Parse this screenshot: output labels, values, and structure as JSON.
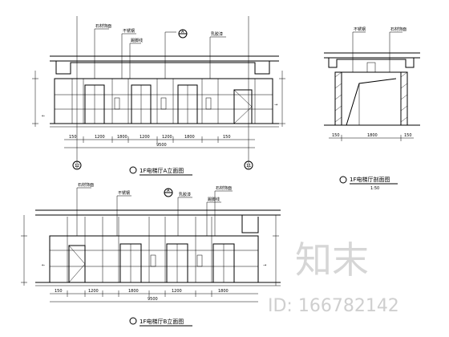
{
  "titles": {
    "elev_top": "1F电梯厅A立面图",
    "elev_bottom": "1F电梯厅B立面图",
    "section": "1F电梯厅剖面图",
    "section_scale": "1:50"
  },
  "axis_labels": {
    "left": "12",
    "right": "11"
  },
  "callouts": {
    "c1": "石材饰面",
    "c2": "不锈钢",
    "c3": "A",
    "c4": "乳胶漆",
    "c5": "踢脚线"
  },
  "dims": {
    "top_total": "9500",
    "bottom_total": "9500",
    "d1": "150",
    "d2": "1200",
    "d3": "1800",
    "d4": "1200",
    "d5": "1200",
    "d6": "1800",
    "d7": "150"
  },
  "watermark": {
    "logo": "知末",
    "id": "ID: 166782142"
  }
}
